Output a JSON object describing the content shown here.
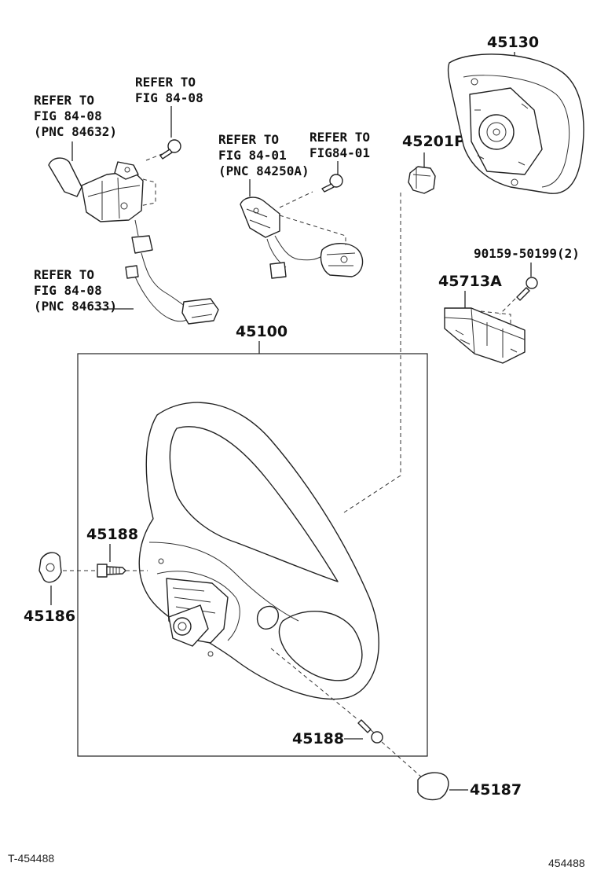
{
  "callouts": {
    "p45130": "45130",
    "p45201p": "45201P",
    "p90159": "90159-50199(2)",
    "p45713a": "45713A",
    "p45100": "45100",
    "p45188_left": "45188",
    "p45186": "45186",
    "p45188_bottom": "45188",
    "p45187": "45187"
  },
  "refs": {
    "ref_a": [
      "REFER TO",
      "FIG 84-08",
      "(PNC 84632)"
    ],
    "ref_b": [
      "REFER TO",
      "FIG 84-08"
    ],
    "ref_c": [
      "REFER TO",
      "FIG 84-01",
      "(PNC 84250A)"
    ],
    "ref_d": [
      "REFER TO",
      "FIG84-01"
    ],
    "ref_e": [
      "REFER TO",
      "FIG 84-08",
      "(PNC 84633)"
    ]
  },
  "footer": {
    "left": "T-454488",
    "right": "454488"
  }
}
